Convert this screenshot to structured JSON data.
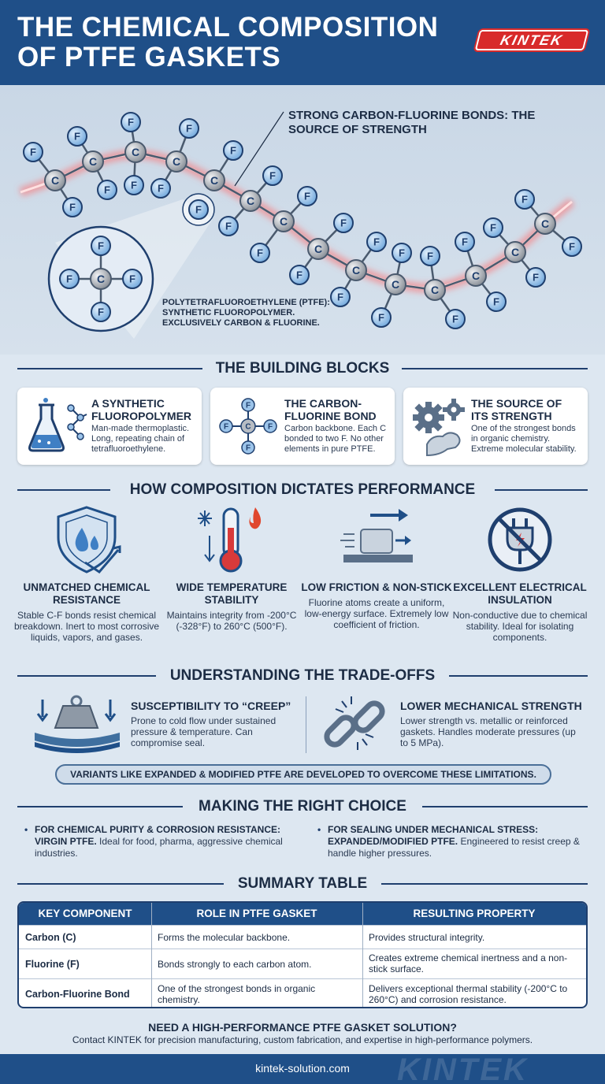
{
  "header": {
    "title": "THE CHEMICAL COMPOSITION OF PTFE GASKETS",
    "logo": "KINTEK"
  },
  "hero": {
    "bond_label": "STRONG CARBON-FLUORINE BONDS: THE SOURCE OF STRENGTH",
    "ptfe_label": "POLYTETRAFLUOROETHYLENE (PTFE): SYNTHETIC FLUOROPOLYMER. EXCLUSIVELY CARBON & FLUORINE.",
    "atom_carbon": "C",
    "atom_fluorine": "F"
  },
  "building_blocks": {
    "title": "THE BUILDING BLOCKS",
    "cards": [
      {
        "title": "A SYNTHETIC FLUOROPOLYMER",
        "desc": "Man-made thermoplastic. Long, repeating chain of tetrafluoroethylene.",
        "icon": "flask-molecule-icon"
      },
      {
        "title": "THE CARBON-FLUORINE BOND",
        "desc": "Carbon backbone. Each C bonded to two F. No other elements in pure PTFE.",
        "icon": "cf4-molecule-icon"
      },
      {
        "title": "THE SOURCE OF ITS STRENGTH",
        "desc": "One of the strongest bonds in organic chemistry. Extreme molecular stability.",
        "icon": "gears-arm-icon"
      }
    ]
  },
  "performance": {
    "title": "HOW COMPOSITION DICTATES PERFORMANCE",
    "items": [
      {
        "title": "UNMATCHED CHEMICAL RESISTANCE",
        "desc": "Stable C-F bonds resist chemical breakdown. Inert to most corrosive liquids, vapors, and gases.",
        "icon": "shield-drops-icon"
      },
      {
        "title": "WIDE TEMPERATURE STABILITY",
        "desc": "Maintains integrity from -200°C (-328°F) to 260°C (500°F).",
        "icon": "thermometer-icon"
      },
      {
        "title": "LOW FRICTION & NON-STICK",
        "desc": "Fluorine atoms create a uniform, low-energy surface. Extremely low coefficient of friction.",
        "icon": "sliding-block-icon"
      },
      {
        "title": "EXCELLENT ELECTRICAL INSULATION",
        "desc": "Non-conductive due to chemical stability. Ideal for isolating components.",
        "icon": "no-plug-icon"
      }
    ]
  },
  "tradeoffs": {
    "title": "UNDERSTANDING THE TRADE-OFFS",
    "items": [
      {
        "title": "SUSCEPTIBILITY TO “CREEP”",
        "desc": "Prone to cold flow under sustained pressure & temperature. Can compromise seal.",
        "icon": "weight-gasket-icon"
      },
      {
        "title": "LOWER MECHANICAL STRENGTH",
        "desc": "Lower strength vs. metallic or reinforced gaskets. Handles moderate pressures (up to 5 MPa).",
        "icon": "broken-chain-icon"
      }
    ],
    "variants_note": "VARIANTS LIKE EXPANDED & MODIFIED PTFE ARE DEVELOPED TO OVERCOME THESE LIMITATIONS."
  },
  "choice": {
    "title": "MAKING THE RIGHT CHOICE",
    "items": [
      {
        "bullet": "•",
        "lead": "FOR CHEMICAL PURITY & CORROSION RESISTANCE: VIRGIN PTFE.",
        "rest": "Ideal for food, pharma, aggressive chemical industries."
      },
      {
        "bullet": "•",
        "lead": "FOR SEALING UNDER MECHANICAL STRESS: EXPANDED/MODIFIED PTFE.",
        "rest": "Engineered to resist creep & handle higher pressures."
      }
    ]
  },
  "summary": {
    "title": "SUMMARY TABLE",
    "headers": [
      "KEY COMPONENT",
      "ROLE IN PTFE GASKET",
      "RESULTING PROPERTY"
    ],
    "rows": [
      [
        "Carbon (C)",
        "Forms the molecular backbone.",
        "Provides structural integrity."
      ],
      [
        "Fluorine (F)",
        "Bonds strongly to each carbon atom.",
        "Creates extreme chemical inertness and a non-stick surface."
      ],
      [
        "Carbon-Fluorine Bond",
        "One of the strongest bonds in organic chemistry.",
        "Delivers exceptional thermal stability (-200°C to 260°C) and corrosion resistance."
      ]
    ]
  },
  "cta": {
    "question": "NEED A HIGH-PERFORMANCE PTFE GASKET SOLUTION?",
    "desc": "Contact KINTEK for precision manufacturing, custom fabrication, and expertise in high-performance polymers."
  },
  "footer": {
    "url": "kintek-solution.com",
    "watermark": "KINTEK"
  },
  "colors": {
    "primary": "#1f4f88",
    "accent_red": "#d82a2a",
    "fluorine_blue": "#9cc4ea",
    "carbon_gray": "#b7bcc3",
    "glow_red": "#ff6b6b"
  }
}
